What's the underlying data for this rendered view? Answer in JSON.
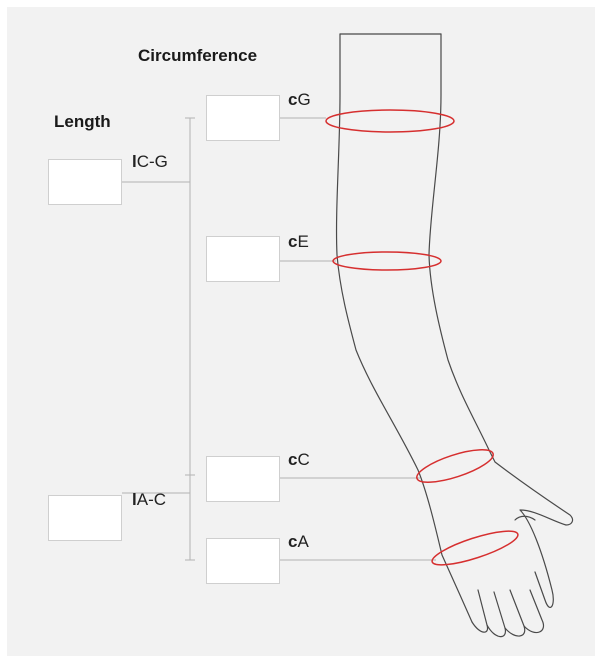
{
  "headings": {
    "circumference": "Circumference",
    "length": "Length"
  },
  "length_fields": [
    {
      "prefix": "l",
      "suffix": "C-G",
      "value": ""
    },
    {
      "prefix": "l",
      "suffix": "A-C",
      "value": ""
    }
  ],
  "circumference_fields": [
    {
      "prefix": "c",
      "suffix": "G",
      "value": ""
    },
    {
      "prefix": "c",
      "suffix": "E",
      "value": ""
    },
    {
      "prefix": "c",
      "suffix": "C",
      "value": ""
    },
    {
      "prefix": "c",
      "suffix": "A",
      "value": ""
    }
  ],
  "colors": {
    "background": "#f2f2f2",
    "measure_ring": "#d62f2f",
    "arm_outline": "#4a4a4a",
    "leader_line": "#b3b3b3"
  }
}
